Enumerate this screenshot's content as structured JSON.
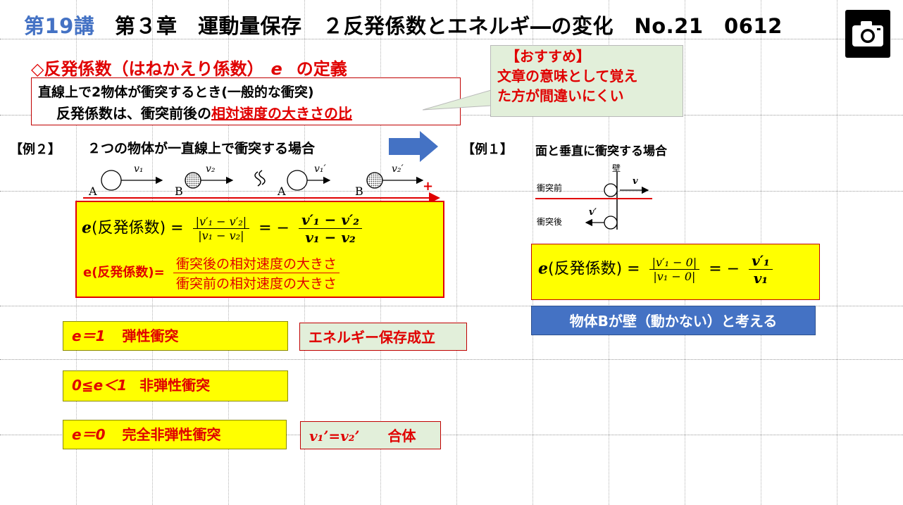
{
  "header": {
    "lecture": "第19講",
    "rest": "第３章　運動量保存　２反発係数とエネルギ―の変化　No.21　0612"
  },
  "icons": {
    "camera": "camera-icon"
  },
  "definition": {
    "heading_pre": "◇反発係数（はねかえり係数）",
    "heading_var": "e",
    "heading_post": "の定義",
    "line1": "直線上で2物体が衝突するとき(一般的な衝突)",
    "line2_pre": "反発係数は、衝突前後の",
    "line2_highlight": "相対速度の大きさの比"
  },
  "callout": {
    "line1": "【おすすめ】",
    "line2": "文章の意味として覚え",
    "line3": "た方が間違いにくい"
  },
  "example2": {
    "label": "【例２】",
    "title": "２つの物体が一直線上で衝突する場合",
    "A": "A",
    "B": "B",
    "v1": "v₁",
    "v2": "v₂",
    "v1p": "v₁′",
    "v2p": "v₂′",
    "plus": "+"
  },
  "example1": {
    "label": "【例１】",
    "title": "面と垂直に衝突する場合",
    "wall": "壁",
    "before": "衝突前",
    "after": "衝突後",
    "v": "v",
    "vp": "v′"
  },
  "formula_main": {
    "e": "e",
    "name": "(反発係数) =",
    "abs_num": "|v′₁ − v′₂|",
    "abs_den": "|v₁ − v₂|",
    "eq_minus": "= −",
    "num": "v′₁ − v′₂",
    "den": "v₁ − v₂"
  },
  "formula_words": {
    "label": "e(反発係数)=",
    "num": "衝突後の相対速度の大きさ",
    "den": "衝突前の相対速度の大きさ"
  },
  "formula_wall": {
    "e": "e",
    "name": "(反発係数) =",
    "abs_num": "|v′₁ − 0|",
    "abs_den": "|v₁ − 0|",
    "eq_minus": "= −",
    "num": "v′₁",
    "den": "v₁"
  },
  "wall_note": "物体Bが壁（動かない）と考える",
  "cases": [
    {
      "cond": "e＝1",
      "name": "弾性衝突"
    },
    {
      "cond": "0≦e＜1",
      "name": "非弾性衝突"
    },
    {
      "cond": "e＝0",
      "name": "完全非弾性衝突"
    }
  ],
  "energy_note": "エネルギー保存成立",
  "merge_note": {
    "eq": "v₁’=v₂’",
    "word": "合体"
  },
  "colors": {
    "red": "#e00000",
    "yellow": "#ffff00",
    "blue": "#4472c4",
    "green": "#e2efda"
  }
}
